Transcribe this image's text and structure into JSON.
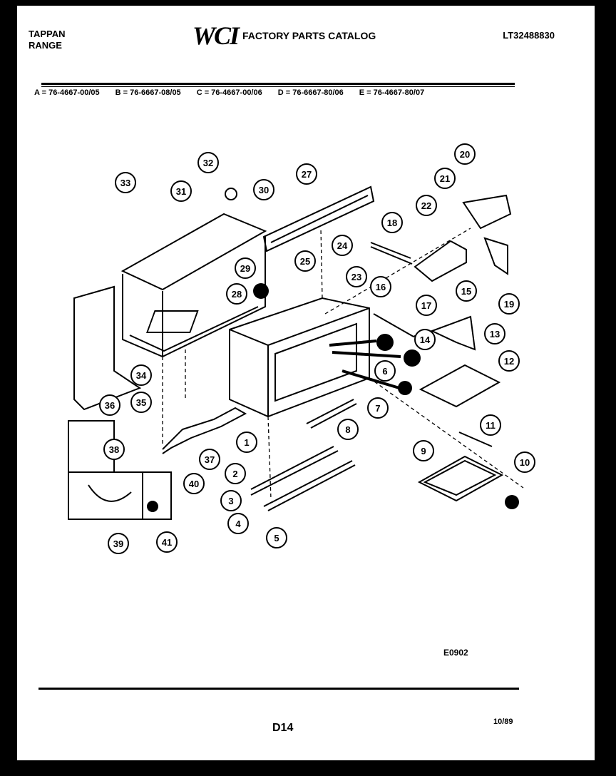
{
  "header": {
    "brand_line1": "TAPPAN",
    "brand_line2": "RANGE",
    "logo": "WCI",
    "catalog_title": "FACTORY PARTS CATALOG",
    "model": "LT32488830"
  },
  "variants": [
    "A = 76-4667-00/05",
    "B = 76-6667-08/05",
    "C = 76-4667-00/06",
    "D = 76-6667-80/06",
    "E = 76-4667-80/07"
  ],
  "callouts": [
    "1",
    "2",
    "3",
    "4",
    "5",
    "6",
    "7",
    "8",
    "9",
    "10",
    "11",
    "12",
    "13",
    "14",
    "15",
    "16",
    "17",
    "18",
    "19",
    "20",
    "21",
    "22",
    "23",
    "24",
    "25",
    "27",
    "28",
    "29",
    "30",
    "31",
    "32",
    "33",
    "34",
    "35",
    "36",
    "37",
    "38",
    "39",
    "40",
    "41"
  ],
  "footer": {
    "diagram_code": "E0902",
    "page_number": "D14",
    "date": "10/89"
  }
}
